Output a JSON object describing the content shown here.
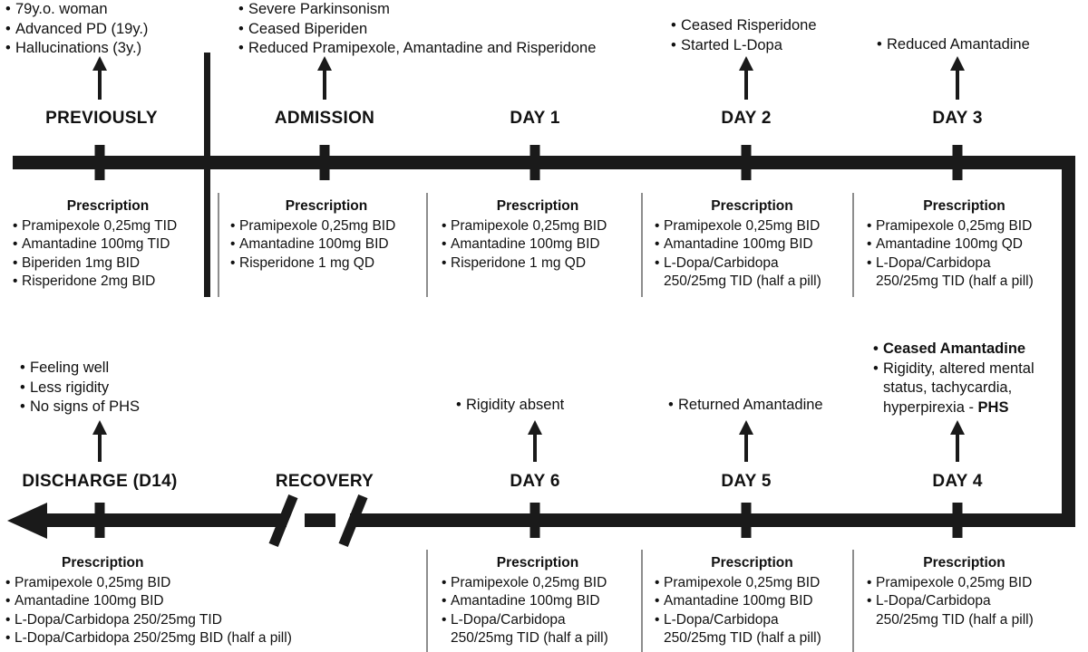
{
  "figure": {
    "name": "clinical-case-timeline",
    "accent_color": "#1a1a1a",
    "separator_color": "#8d8d8d",
    "background": "#ffffff"
  },
  "stages": {
    "previously": {
      "label": "PREVIOUSLY",
      "events": [
        "79y.o. woman",
        "Advanced PD (19y.)",
        "Hallucinations (3y.)"
      ],
      "prescription": {
        "title": "Prescription",
        "items": [
          "Pramipexole 0,25mg TID",
          "Amantadine 100mg TID",
          "Biperiden 1mg BID",
          "Risperidone 2mg BID"
        ]
      }
    },
    "admission": {
      "label": "ADMISSION",
      "events": [
        "Severe Parkinsonism",
        "Ceased Biperiden",
        "Reduced Pramipexole, Amantadine and Risperidone"
      ],
      "prescription": {
        "title": "Prescription",
        "items": [
          "Pramipexole 0,25mg BID",
          "Amantadine 100mg BID",
          "Risperidone 1 mg QD"
        ]
      }
    },
    "day1": {
      "label": "DAY 1",
      "events": [],
      "prescription": {
        "title": "Prescription",
        "items": [
          "Pramipexole 0,25mg BID",
          "Amantadine 100mg BID",
          "Risperidone 1 mg QD"
        ]
      }
    },
    "day2": {
      "label": "DAY 2",
      "events": [
        "Ceased Risperidone",
        "Started L-Dopa"
      ],
      "prescription": {
        "title": "Prescription",
        "items": [
          "Pramipexole 0,25mg BID",
          "Amantadine 100mg BID",
          "L-Dopa/Carbidopa"
        ],
        "continuation": "250/25mg TID (half a pill)"
      }
    },
    "day3": {
      "label": "DAY 3",
      "events": [
        "Reduced Amantadine"
      ],
      "prescription": {
        "title": "Prescription",
        "items": [
          "Pramipexole 0,25mg BID",
          "Amantadine 100mg QD",
          "L-Dopa/Carbidopa"
        ],
        "continuation": "250/25mg TID (half a pill)"
      }
    },
    "day4": {
      "label": "DAY 4",
      "events_rich": {
        "line1_bold": "Ceased Amantadine",
        "line2": "Rigidity, altered mental",
        "line3": "status, tachycardia,",
        "line4_prefix": "hyperpirexia - ",
        "line4_bold": "PHS"
      },
      "prescription": {
        "title": "Prescription",
        "items": [
          "Pramipexole 0,25mg BID",
          "L-Dopa/Carbidopa"
        ],
        "continuation": "250/25mg TID (half a pill)"
      }
    },
    "day5": {
      "label": "DAY 5",
      "events": [
        "Returned Amantadine"
      ],
      "prescription": {
        "title": "Prescription",
        "items": [
          "Pramipexole 0,25mg BID",
          "Amantadine 100mg BID",
          "L-Dopa/Carbidopa"
        ],
        "continuation": "250/25mg TID (half a pill)"
      }
    },
    "day6": {
      "label": "DAY 6",
      "events": [
        "Rigidity absent"
      ],
      "prescription": {
        "title": "Prescription",
        "items": [
          "Pramipexole 0,25mg BID",
          "Amantadine 100mg BID",
          "L-Dopa/Carbidopa"
        ],
        "continuation": "250/25mg TID (half a pill)"
      }
    },
    "recovery": {
      "label": "RECOVERY"
    },
    "discharge": {
      "label": "DISCHARGE (D14)",
      "events": [
        "Feeling well",
        "Less rigidity",
        "No signs of PHS"
      ],
      "prescription": {
        "title": "Prescription",
        "items": [
          "Pramipexole 0,25mg BID",
          "Amantadine 100mg BID",
          "L-Dopa/Carbidopa 250/25mg TID",
          "L-Dopa/Carbidopa 250/25mg BID (half a pill)"
        ]
      }
    }
  }
}
